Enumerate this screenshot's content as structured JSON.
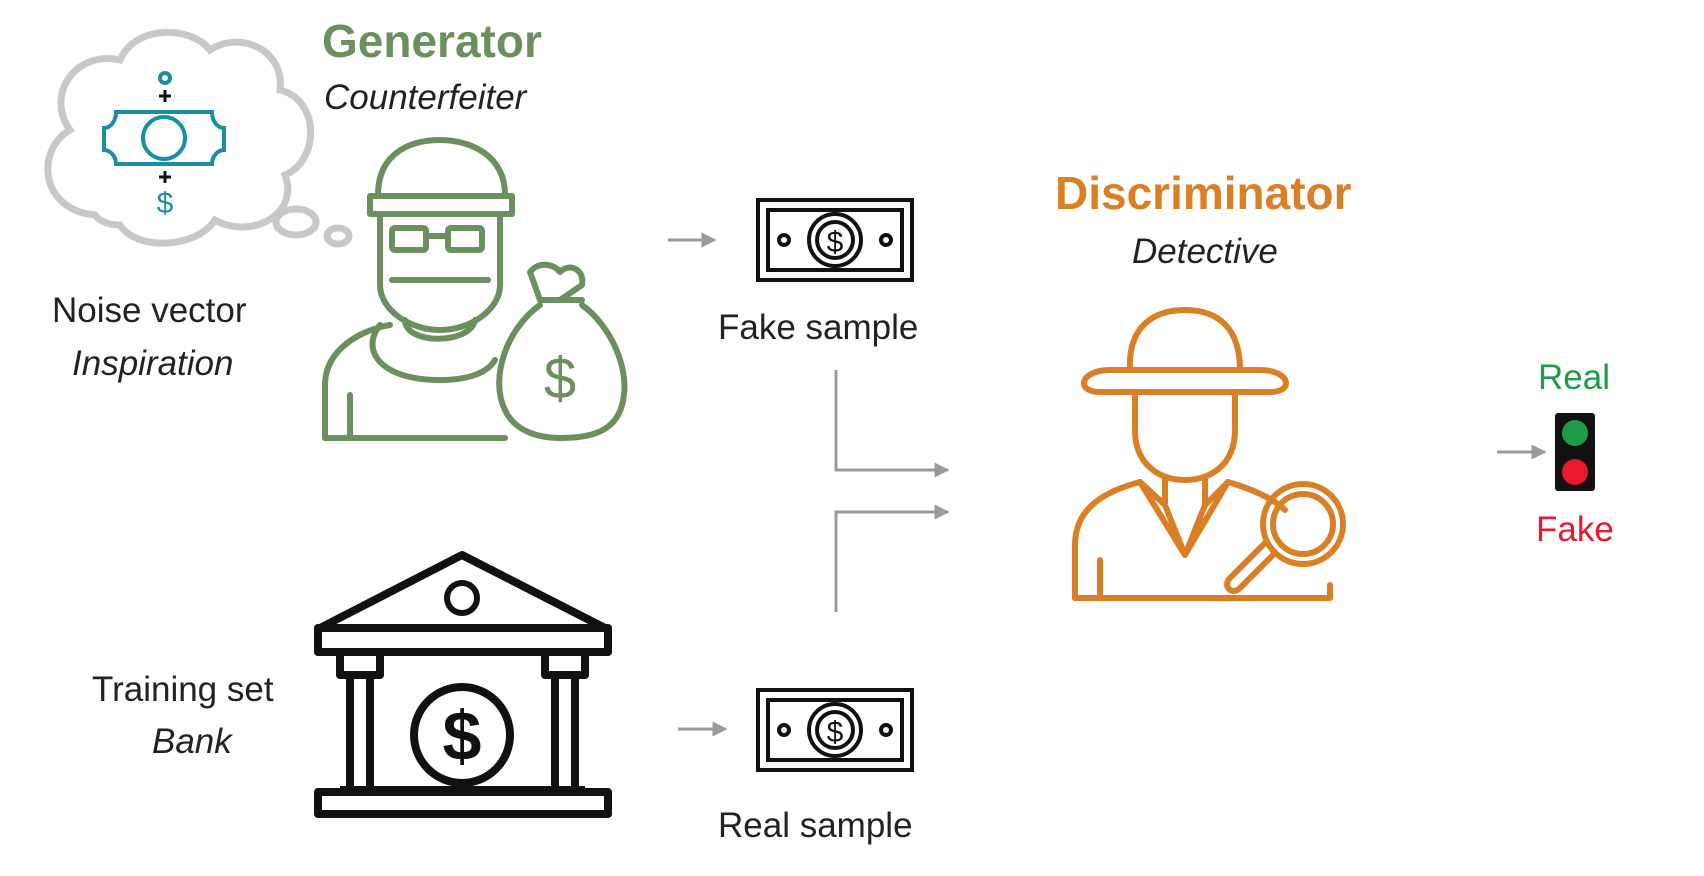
{
  "colors": {
    "generator": "#6b8f5e",
    "discriminator": "#d97f26",
    "noise": "#1a8fa3",
    "cloud": "#c8c8c8",
    "arrow": "#9a9a9a",
    "ink": "#111111",
    "real": "#1d9a4a",
    "fake": "#e8192c"
  },
  "generator": {
    "title": "Generator",
    "subtitle": "Counterfeiter",
    "icon": "thief-icon"
  },
  "noise": {
    "title": "Noise vector",
    "subtitle": "Inspiration",
    "icon": "thought-cloud-icon"
  },
  "training": {
    "title": "Training set",
    "subtitle": "Bank",
    "icon": "bank-icon"
  },
  "fake_sample": {
    "label": "Fake sample",
    "icon": "banknote-icon"
  },
  "real_sample": {
    "label": "Real sample",
    "icon": "banknote-icon"
  },
  "discriminator": {
    "title": "Discriminator",
    "subtitle": "Detective",
    "icon": "detective-icon"
  },
  "output": {
    "real_label": "Real",
    "fake_label": "Fake",
    "icon": "traffic-light-icon"
  }
}
